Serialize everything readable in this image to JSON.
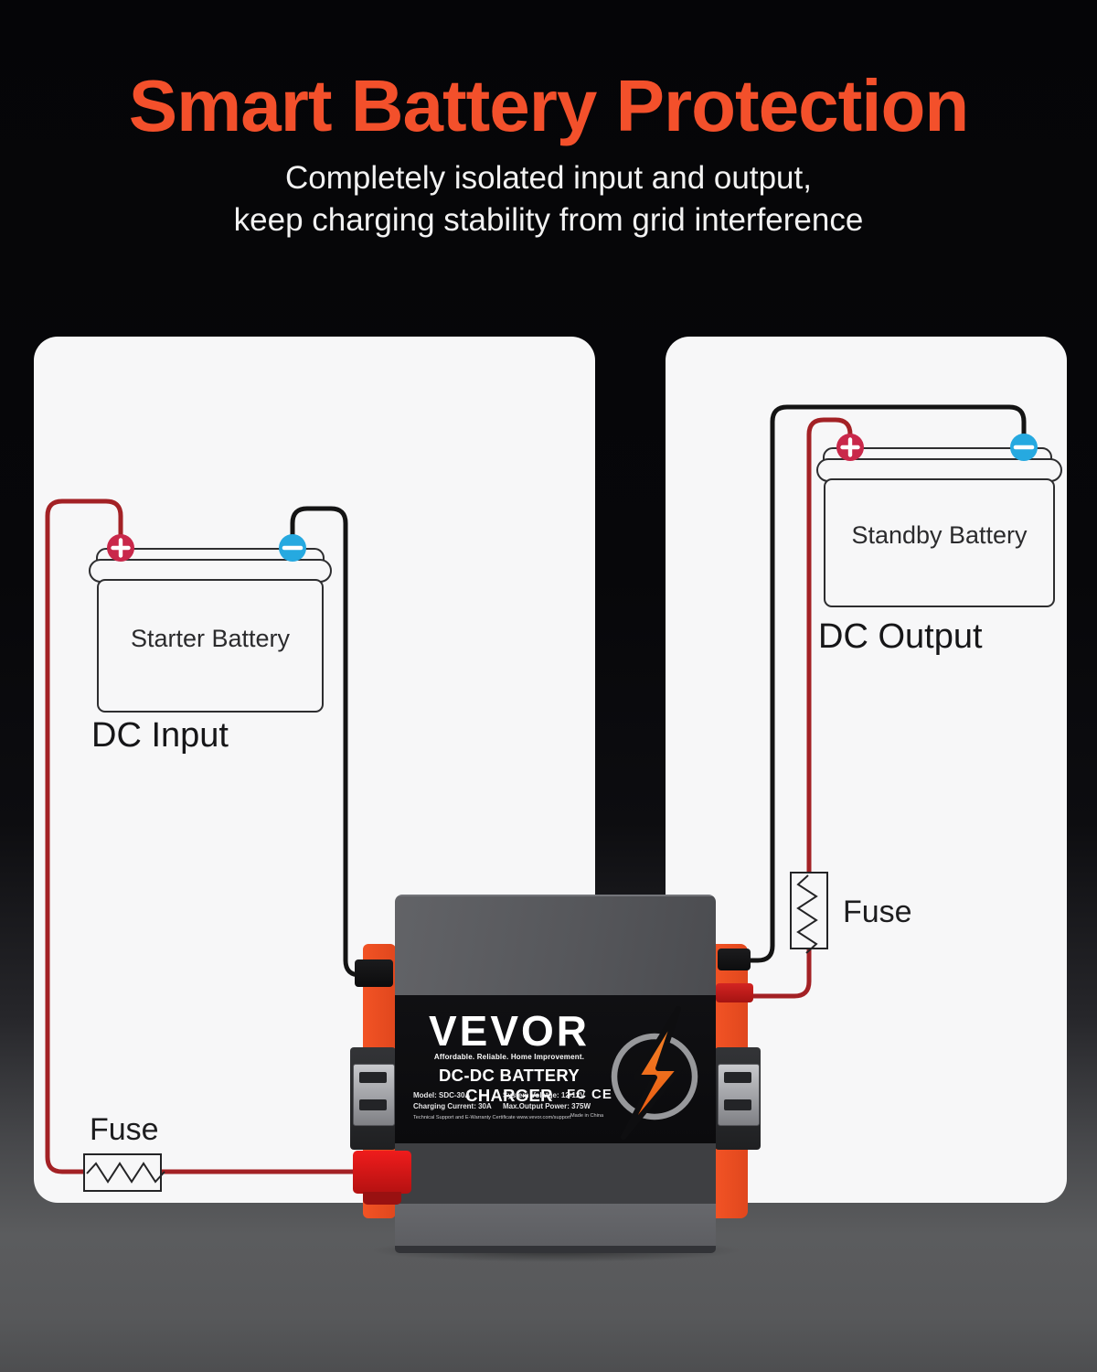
{
  "header": {
    "title": "Smart Battery Protection",
    "subtitle_line1": "Completely isolated input and output,",
    "subtitle_line2": "keep charging stability from grid interference"
  },
  "left_panel": {
    "battery_label": "Starter Battery",
    "section_label": "DC Input",
    "fuse_label": "Fuse"
  },
  "right_panel": {
    "battery_label": "Standby Battery",
    "section_label": "DC Output",
    "fuse_label": "Fuse"
  },
  "charger": {
    "brand": "VEVOR",
    "tagline": "Affordable. Reliable. Home Improvement.",
    "product_title": "DC-DC BATTERY CHARGER",
    "specs": {
      "model": "Model: SDC-30A",
      "system_voltage": "System Volatge: 12-12V",
      "charging_current": "Charging Current: 30A",
      "max_output_power": "Max.Output Power: 375W",
      "support": "Technical Support and E-Warranty Certificate www.vevor.com/support",
      "made_in": "Made in China"
    },
    "cert_fcc": "FC",
    "cert_ce": "CE"
  },
  "colors": {
    "accent": "#f3502b",
    "wire_red": "#a32125",
    "wire_black": "#141414",
    "terminal_positive": "#c9284a",
    "terminal_negative": "#26a9e0",
    "panel_bg": "#f7f7f8"
  }
}
